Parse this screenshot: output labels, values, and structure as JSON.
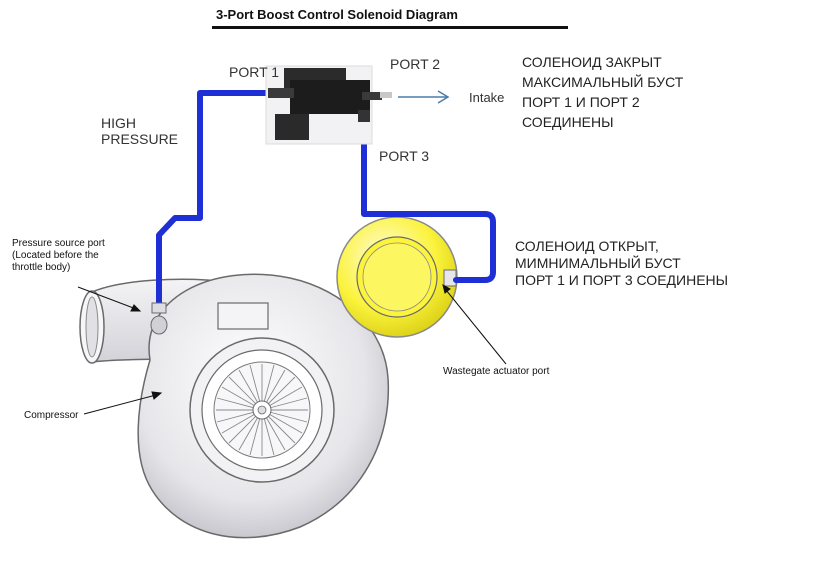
{
  "title": "3-Port Boost Control Solenoid Diagram",
  "labels": {
    "port1": "PORT 1",
    "port2": "PORT 2",
    "port3": "PORT 3",
    "intake": "Intake",
    "high_pressure": [
      "HIGH",
      "PRESSURE"
    ],
    "pressure_source": [
      "Pressure source port",
      "(Located before the",
      "throttle body)"
    ],
    "compressor": "Compressor",
    "wastegate_port": "Wastegate actuator port"
  },
  "notes": {
    "closed": [
      "СОЛЕНОИД ЗАКРЫТ",
      "МАКСИМАЛЬНЫЙ БУСТ",
      "ПОРТ 1 И ПОРТ 2",
      "СОЕДИНЕНЫ"
    ],
    "open": [
      "СОЛЕНОИД ОТКРЫТ,",
      "МИМНИМАЛЬНЫЙ БУСТ",
      "ПОРТ 1 И ПОРТ 3 СОЕДИНЕНЫ"
    ]
  },
  "colors": {
    "hose": "#1f2fd6",
    "actuator": "#fbf33c",
    "housing": "#e9e9ec",
    "outline": "#6a6a6a"
  }
}
